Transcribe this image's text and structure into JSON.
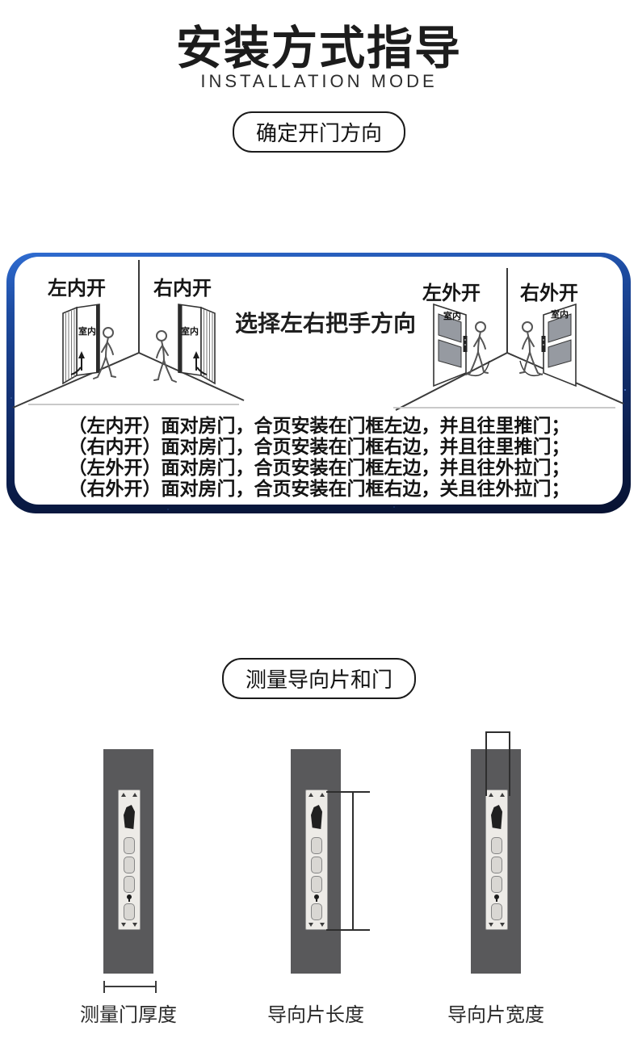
{
  "header": {
    "title": "安装方式指导",
    "subtitle": "INSTALLATION MODE",
    "section1_pill": "确定开门方向",
    "section2_pill": "测量导向片和门"
  },
  "direction_box": {
    "accent_top_color": "#2f6cd1",
    "accent_bottom_color": "#071231",
    "center_text": "选择左右把手方向",
    "indoor_label": "室内",
    "door_labels": [
      "左内开",
      "右内开",
      "左外开",
      "右外开"
    ],
    "instructions": [
      "（左内开）面对房门，合页安装在门框左边，并且往里推门；",
      "（右内开）面对房门，合页安装在门框右边，并且往里推门；",
      "（左外开）面对房门，合页安装在门框左边，并且往外拉门；",
      "（右外开）面对房门，合页安装在门框右边，关且往外拉门；"
    ]
  },
  "measure_section": {
    "diagrams": [
      {
        "label": "测量门厚度"
      },
      {
        "label": "导向片长度"
      },
      {
        "label": "导向片宽度"
      }
    ]
  }
}
